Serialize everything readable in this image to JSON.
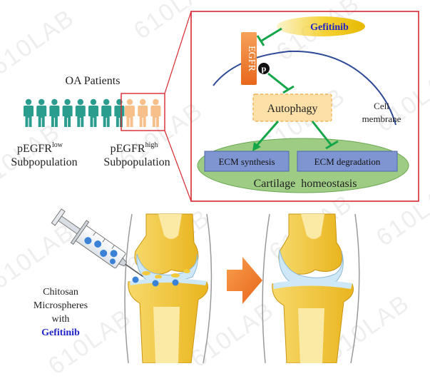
{
  "patients": {
    "title": "OA Patients",
    "low_prefix": "pEGFR",
    "low_sup": "low",
    "high_prefix": "pEGFR",
    "high_sup": "high",
    "subpopulation": "Subpopulation",
    "low_count": 8,
    "high_count": 3,
    "low_color": "#2a9d8f",
    "high_color": "#f7c08a"
  },
  "pathway": {
    "drug": "Gefitinib",
    "receptor": "EGFR",
    "phospho": "p",
    "autophagy": "Autophagy",
    "membrane_line1": "Cell",
    "membrane_line2": "membrane",
    "ecm_synthesis": "ECM synthesis",
    "ecm_degradation": "ECM degradation",
    "homeostasis": "Cartilage  homeostasis"
  },
  "treatment": {
    "line1": "Chitosan",
    "line2": "Microspheres",
    "line3": "with",
    "drug": "Gefitinib"
  },
  "watermark": "610LAB",
  "colors": {
    "frame_red": "#d6282f",
    "drug_yellow": "#f5d235",
    "drug_text_blue": "#1f23c8",
    "egfr_orange": "#f07d2e",
    "autophagy_fill": "#fde0a8",
    "arrow_green": "#16a64a",
    "ecm_box": "#7f95d1",
    "homeostasis_green": "#9fcc85",
    "membrane_blue": "#2f4a96",
    "bone_yellow": "#f3ca3e",
    "cartilage_blue": "#cfe8f7",
    "big_arrow": "#f07d2e",
    "microsphere": "#3b82d6"
  }
}
